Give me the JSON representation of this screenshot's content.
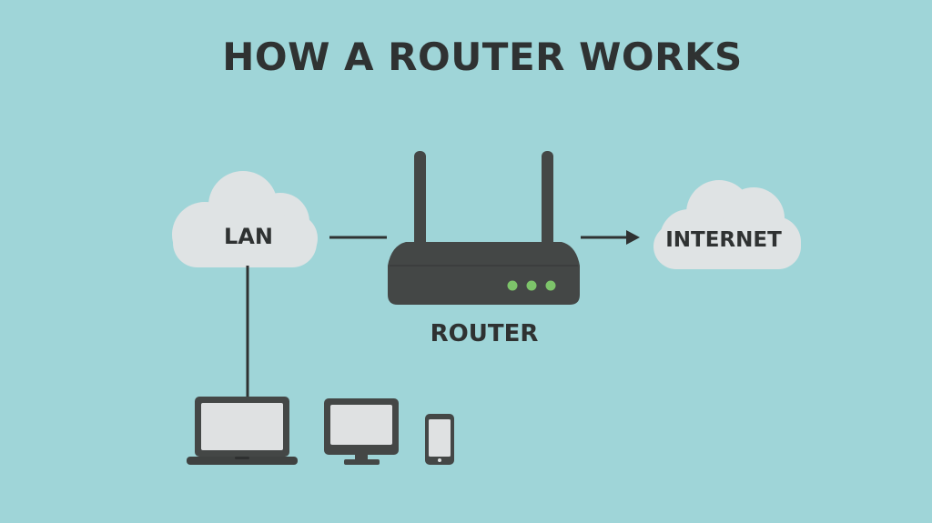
{
  "title": "HOW A ROUTER WORKS",
  "nodes": {
    "lan": {
      "label": "LAN",
      "shape": "cloud"
    },
    "router": {
      "label": "ROUTER",
      "shape": "router",
      "status_lights": 3
    },
    "internet": {
      "label": "INTERNET",
      "shape": "cloud"
    }
  },
  "connections": [
    {
      "from": "lan",
      "to": "router",
      "style": "line"
    },
    {
      "from": "router",
      "to": "internet",
      "style": "arrow"
    },
    {
      "from": "lan",
      "to": "laptop",
      "style": "line"
    }
  ],
  "devices": [
    {
      "kind": "laptop-icon"
    },
    {
      "kind": "desktop-monitor-icon"
    },
    {
      "kind": "smartphone-icon"
    }
  ],
  "colors": {
    "background": "#9fd5d8",
    "cloud": "#dfe3e4",
    "device_dark": "#444746",
    "screen": "#dfe1e2",
    "router_light": "#7dc46a",
    "text": "#2f3232"
  }
}
